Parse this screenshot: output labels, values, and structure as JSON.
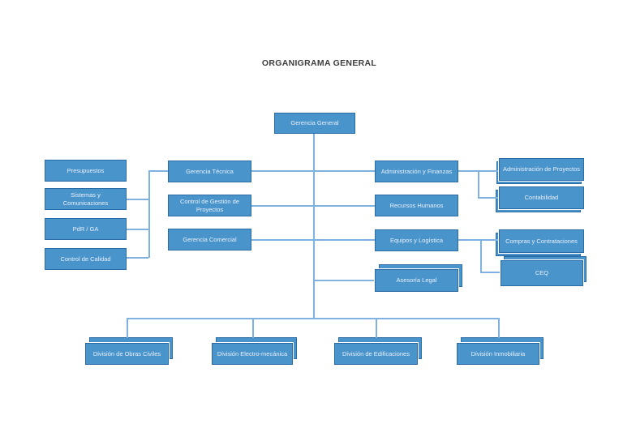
{
  "title": "ORGANIGRAMA GENERAL",
  "colors": {
    "box_fill": "#4a94cc",
    "box_border": "#2b6ba6",
    "connector_line": "#7fb2de",
    "box_text": "#e7f0f9",
    "title_text": "#3d3d3d",
    "background": "#ffffff"
  },
  "nodes": {
    "gerencia_general": "Gerencia General",
    "presupuestos": "Presupuestos",
    "sistemas_comunicaciones": "Sistemas y Comunicaciones",
    "pdr_ga": "PdR / GA",
    "control_calidad": "Control de Calidad",
    "gerencia_tecnica": "Gerencia Técnica",
    "control_gestion_proyectos": "Control de Gestión de Proyectos",
    "gerencia_comercial": "Gerencia Comercial",
    "administracion_finanzas": "Administración y Finanzas",
    "recursos_humanos": "Recursos Humanos",
    "equipos_logistica": "Equipos y Logística",
    "asesoria_legal": "Asesoría Legal",
    "administracion_proyectos": "Administración de Proyectos",
    "contabilidad": "Contabilidad",
    "compras_contrataciones": "Compras y Contrataciones",
    "ceq": "CEQ",
    "division_obras_civiles": "División de Obras Civiles",
    "division_electromecanica": "División Electro-mecánica",
    "division_edificaciones": "División de Edificaciones",
    "division_inmobiliaria": "División Inmobiliaria"
  },
  "relationships": {
    "root": "Gerencia General",
    "gerencia_tecnica_staff": [
      "Presupuestos",
      "Sistemas y Comunicaciones",
      "PdR / GA",
      "Control de Calidad"
    ],
    "middle_level": [
      "Gerencia Técnica",
      "Control de Gestión de Proyectos",
      "Gerencia Comercial",
      "Administración y Finanzas",
      "Recursos Humanos",
      "Equipos y Logística",
      "Asesoría Legal"
    ],
    "administracion_finanzas_children": [
      "Administración de Proyectos",
      "Contabilidad"
    ],
    "equipos_logistica_children": [
      "Compras y Contrataciones",
      "CEQ"
    ],
    "divisions": [
      "División de Obras Civiles",
      "División Electro-mecánica",
      "División de Edificaciones",
      "División Inmobiliaria"
    ]
  }
}
